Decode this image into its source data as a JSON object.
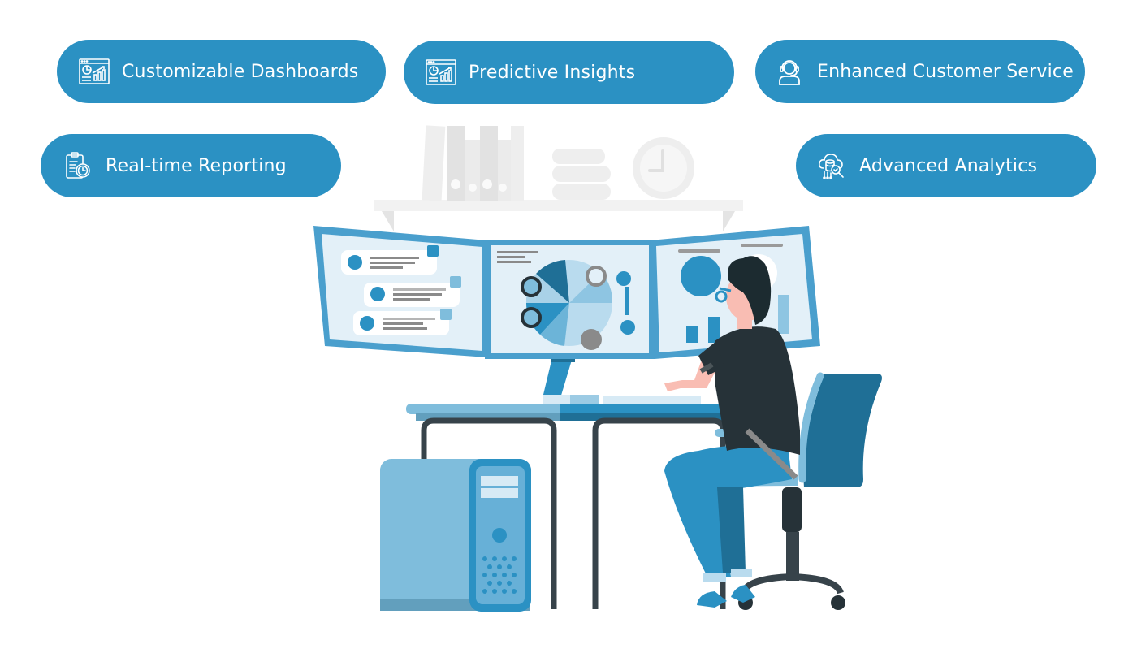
{
  "features": [
    {
      "label": "Customizable Dashboards",
      "icon": "dashboard-chart-icon"
    },
    {
      "label": "Predictive Insights",
      "icon": "dashboard-chart-icon"
    },
    {
      "label": "Enhanced Customer Service",
      "icon": "headset-agent-icon"
    },
    {
      "label": "Real-time Reporting",
      "icon": "clipboard-clock-icon"
    },
    {
      "label": "Advanced Analytics",
      "icon": "cloud-database-search-icon"
    }
  ],
  "colors": {
    "pill_bg": "#2b91c3",
    "pill_text": "#ffffff",
    "monitor_frame": "#4a9fcd",
    "screen_bg": "#e3f0f8",
    "dark": "#263238",
    "light_blue": "#7fbddc",
    "mid_blue": "#2b91c3",
    "deep_blue": "#1f6f96"
  },
  "illustration": {
    "alt": "Person at desk analyzing data on three monitors",
    "left_screen": "social feed with likes",
    "center_screen": "pie chart with sentiment faces",
    "right_screen": "thumbs up / thumbs down with bar chart"
  }
}
